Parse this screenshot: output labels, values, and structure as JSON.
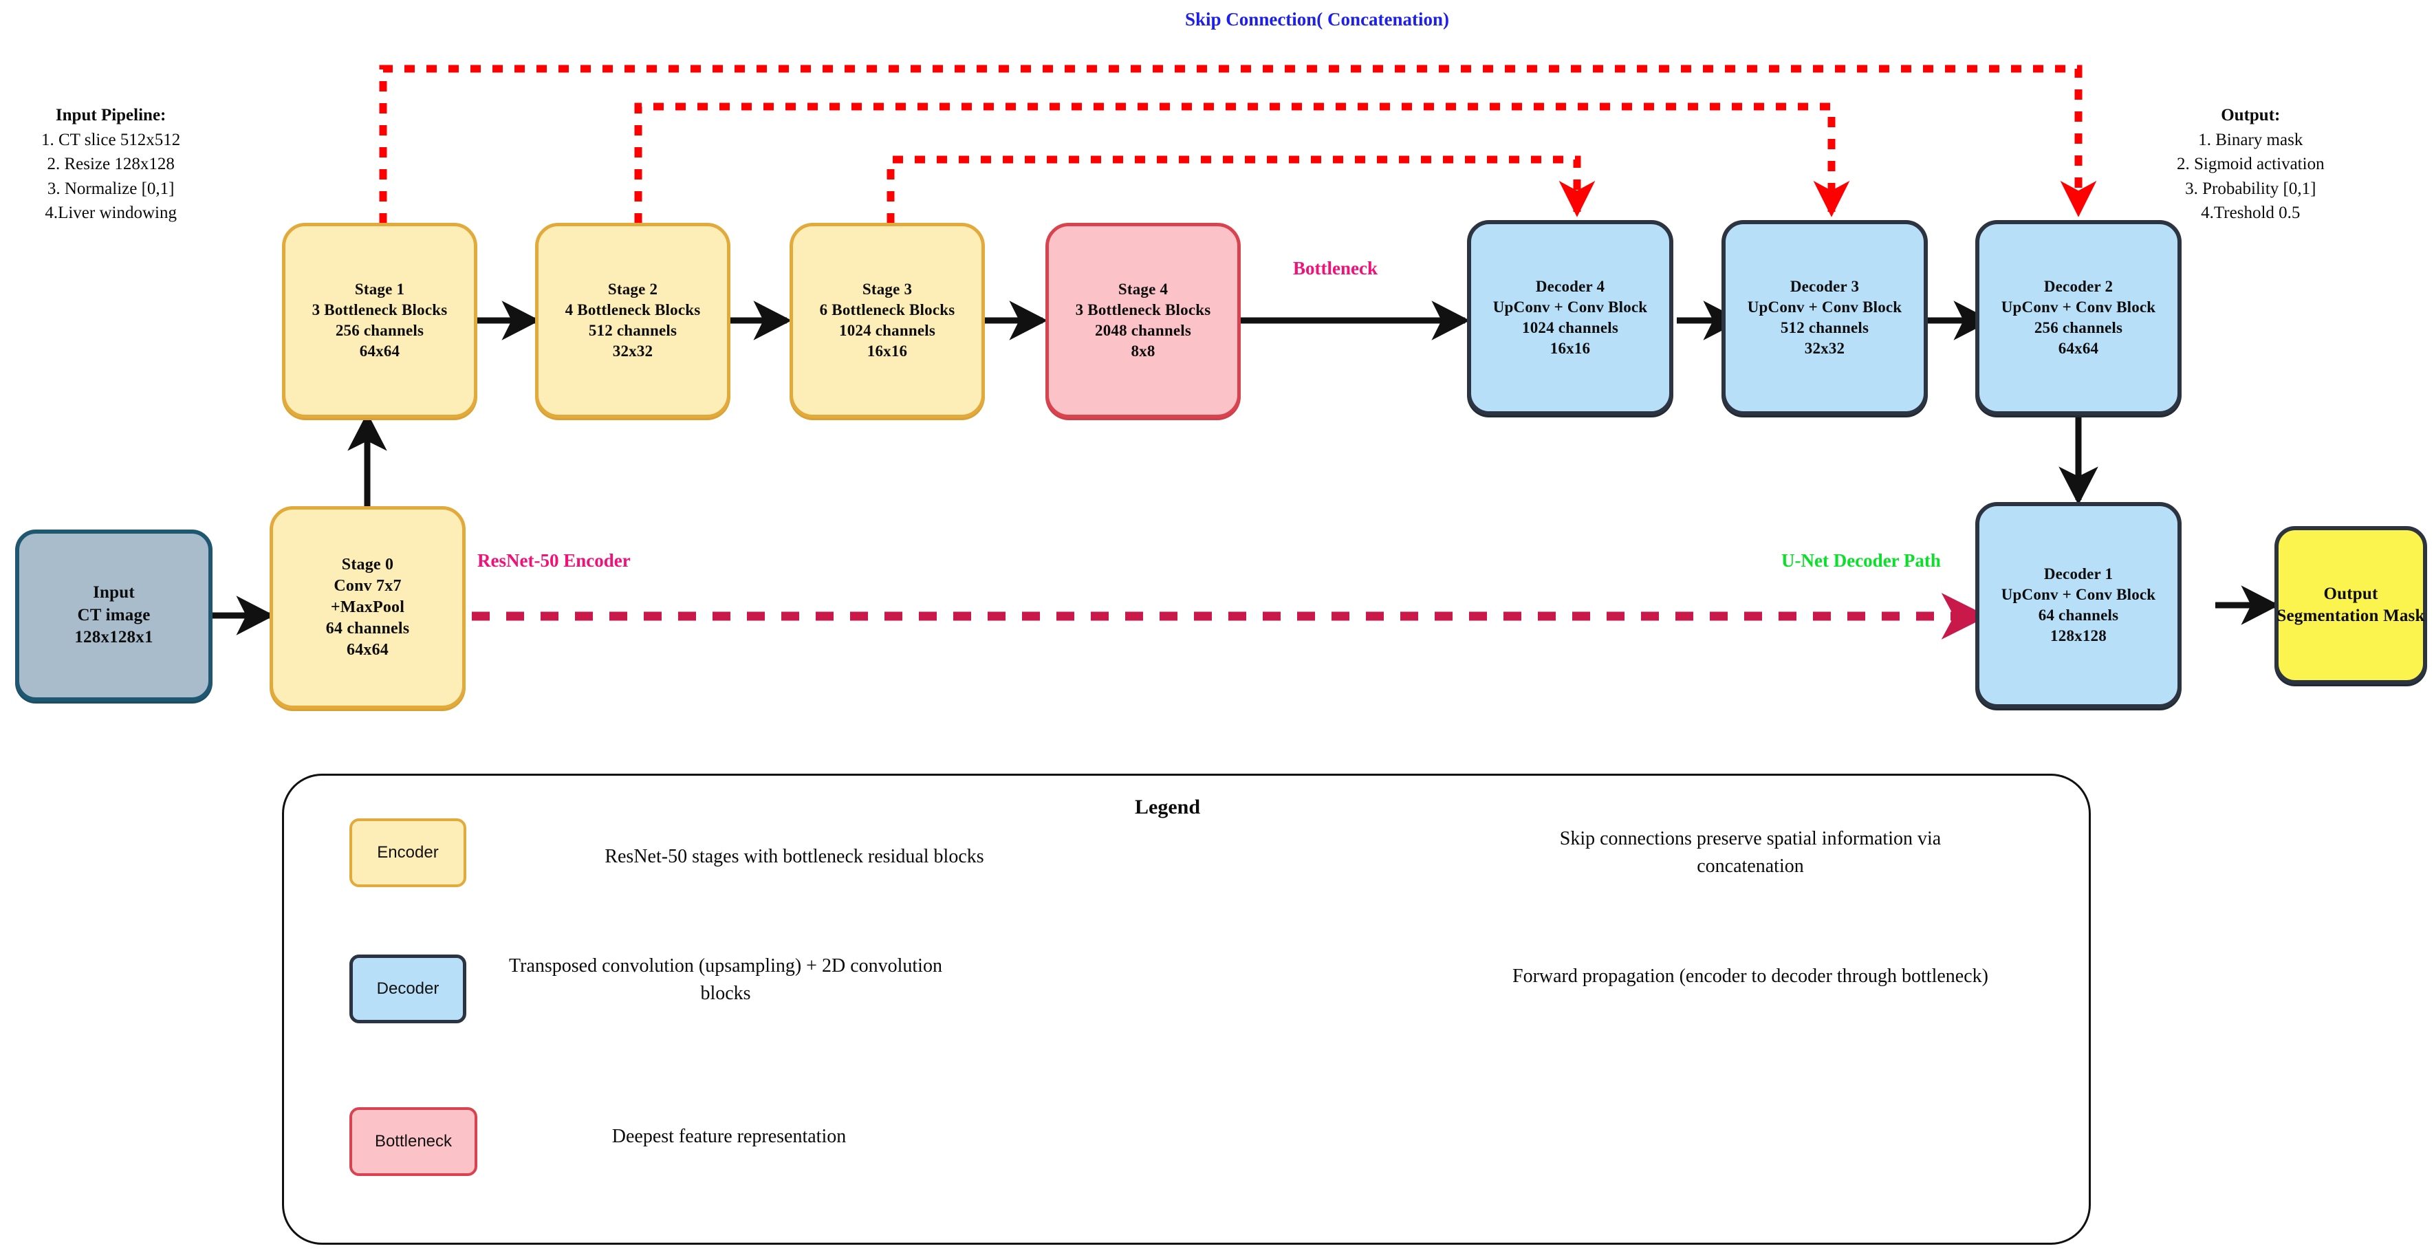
{
  "diagram": {
    "input_pipeline": {
      "heading": "Input Pipeline:",
      "items": [
        "1. CT slice 512x512",
        "2. Resize 128x128",
        "3. Normalize [0,1]",
        "4.Liver windowing"
      ]
    },
    "output_pipeline": {
      "heading": "Output:",
      "items": [
        "1. Binary mask",
        "2. Sigmoid activation",
        "3. Probability [0,1]",
        "4.Treshold 0.5"
      ]
    },
    "path_labels": {
      "skip": "Skip Connection( Concatenation)",
      "resnet_encoder": "ResNet-50 Encoder",
      "bottleneck": "Bottleneck",
      "unet_decoder": "U-Net Decoder Path"
    },
    "nodes": {
      "input": {
        "lines": [
          "Input",
          "CT image",
          "128x128x1"
        ]
      },
      "stage0": {
        "lines": [
          "Stage 0",
          "Conv 7x7",
          "+MaxPool",
          "64 channels",
          "64x64"
        ]
      },
      "stage1": {
        "lines": [
          "Stage 1",
          "3 Bottleneck Blocks",
          "256 channels",
          "64x64"
        ]
      },
      "stage2": {
        "lines": [
          "Stage 2",
          "4 Bottleneck Blocks",
          "512 channels",
          "32x32"
        ]
      },
      "stage3": {
        "lines": [
          "Stage 3",
          "6 Bottleneck Blocks",
          "1024 channels",
          "16x16"
        ]
      },
      "stage4": {
        "lines": [
          "Stage 4",
          "3 Bottleneck Blocks",
          "2048 channels",
          "8x8"
        ]
      },
      "decoder4": {
        "lines": [
          "Decoder 4",
          "UpConv + Conv Block",
          "1024 channels",
          "16x16"
        ]
      },
      "decoder3": {
        "lines": [
          "Decoder 3",
          "UpConv + Conv Block",
          "512 channels",
          "32x32"
        ]
      },
      "decoder2": {
        "lines": [
          "Decoder 2",
          "UpConv + Conv Block",
          "256 channels",
          "64x64"
        ]
      },
      "decoder1": {
        "lines": [
          "Decoder 1",
          "UpConv + Conv Block",
          "64 channels",
          "128x128"
        ]
      },
      "output": {
        "lines": [
          "Output",
          "Segmentation Mask"
        ]
      }
    },
    "legend": {
      "title": "Legend",
      "entries": [
        {
          "swatch": "Encoder",
          "text": "ResNet-50  stages with bottleneck residual blocks"
        },
        {
          "swatch": "Decoder",
          "text": "Transposed convolution (upsampling) + 2D convolution blocks"
        },
        {
          "swatch": "Bottleneck",
          "text": "Deepest feature representation"
        }
      ],
      "arrow_entries": [
        {
          "kind": "dashed-magenta-arrow",
          "text": "Skip connections preserve spatial information via concatenation"
        },
        {
          "kind": "solid-black-arrow",
          "text": "Forward propagation (encoder to decoder through bottleneck)"
        }
      ]
    },
    "colors": {
      "encoder_fill": "#fdeeb8",
      "encoder_stroke": "#e2a93b",
      "bottleneck_fill": "#fbc3c8",
      "bottleneck_stroke": "#d9434f",
      "decoder_fill": "#b8dff8",
      "decoder_stroke": "#2b3440",
      "input_fill": "#a8bccb",
      "input_stroke": "#1f5771",
      "output_fill": "#fbf34e",
      "output_stroke": "#2b3440",
      "skip_line": "#ff0000",
      "skip_label": "#1d20e8",
      "resnet_label": "#f21176",
      "unet_label": "#0ae02a",
      "decoder_path_line": "#c9184a",
      "forward_arrow": "#111111"
    }
  }
}
